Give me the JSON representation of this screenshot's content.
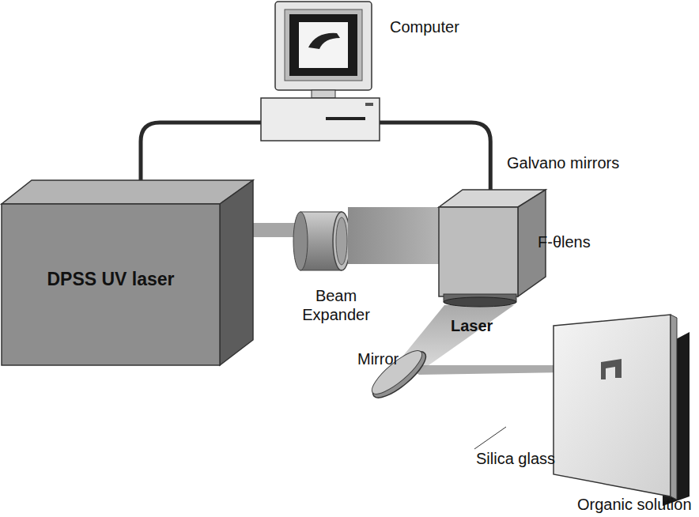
{
  "diagram": {
    "nodes": [
      {
        "text": [
          "Computer"
        ]
      },
      {
        "text": [
          "DPSS UV laser"
        ]
      },
      {
        "text": [
          "Galvano mirrors"
        ]
      }
    ],
    "edges": [
      {
        "from": 0,
        "to": 1,
        "arrow": "none"
      },
      {
        "from": 0,
        "to": 2,
        "arrow": "none"
      }
    ],
    "labels": [
      "Beam Expander",
      "F-θlens",
      "Laser",
      "Mirror",
      "Silica glass",
      "Organic solution"
    ]
  }
}
